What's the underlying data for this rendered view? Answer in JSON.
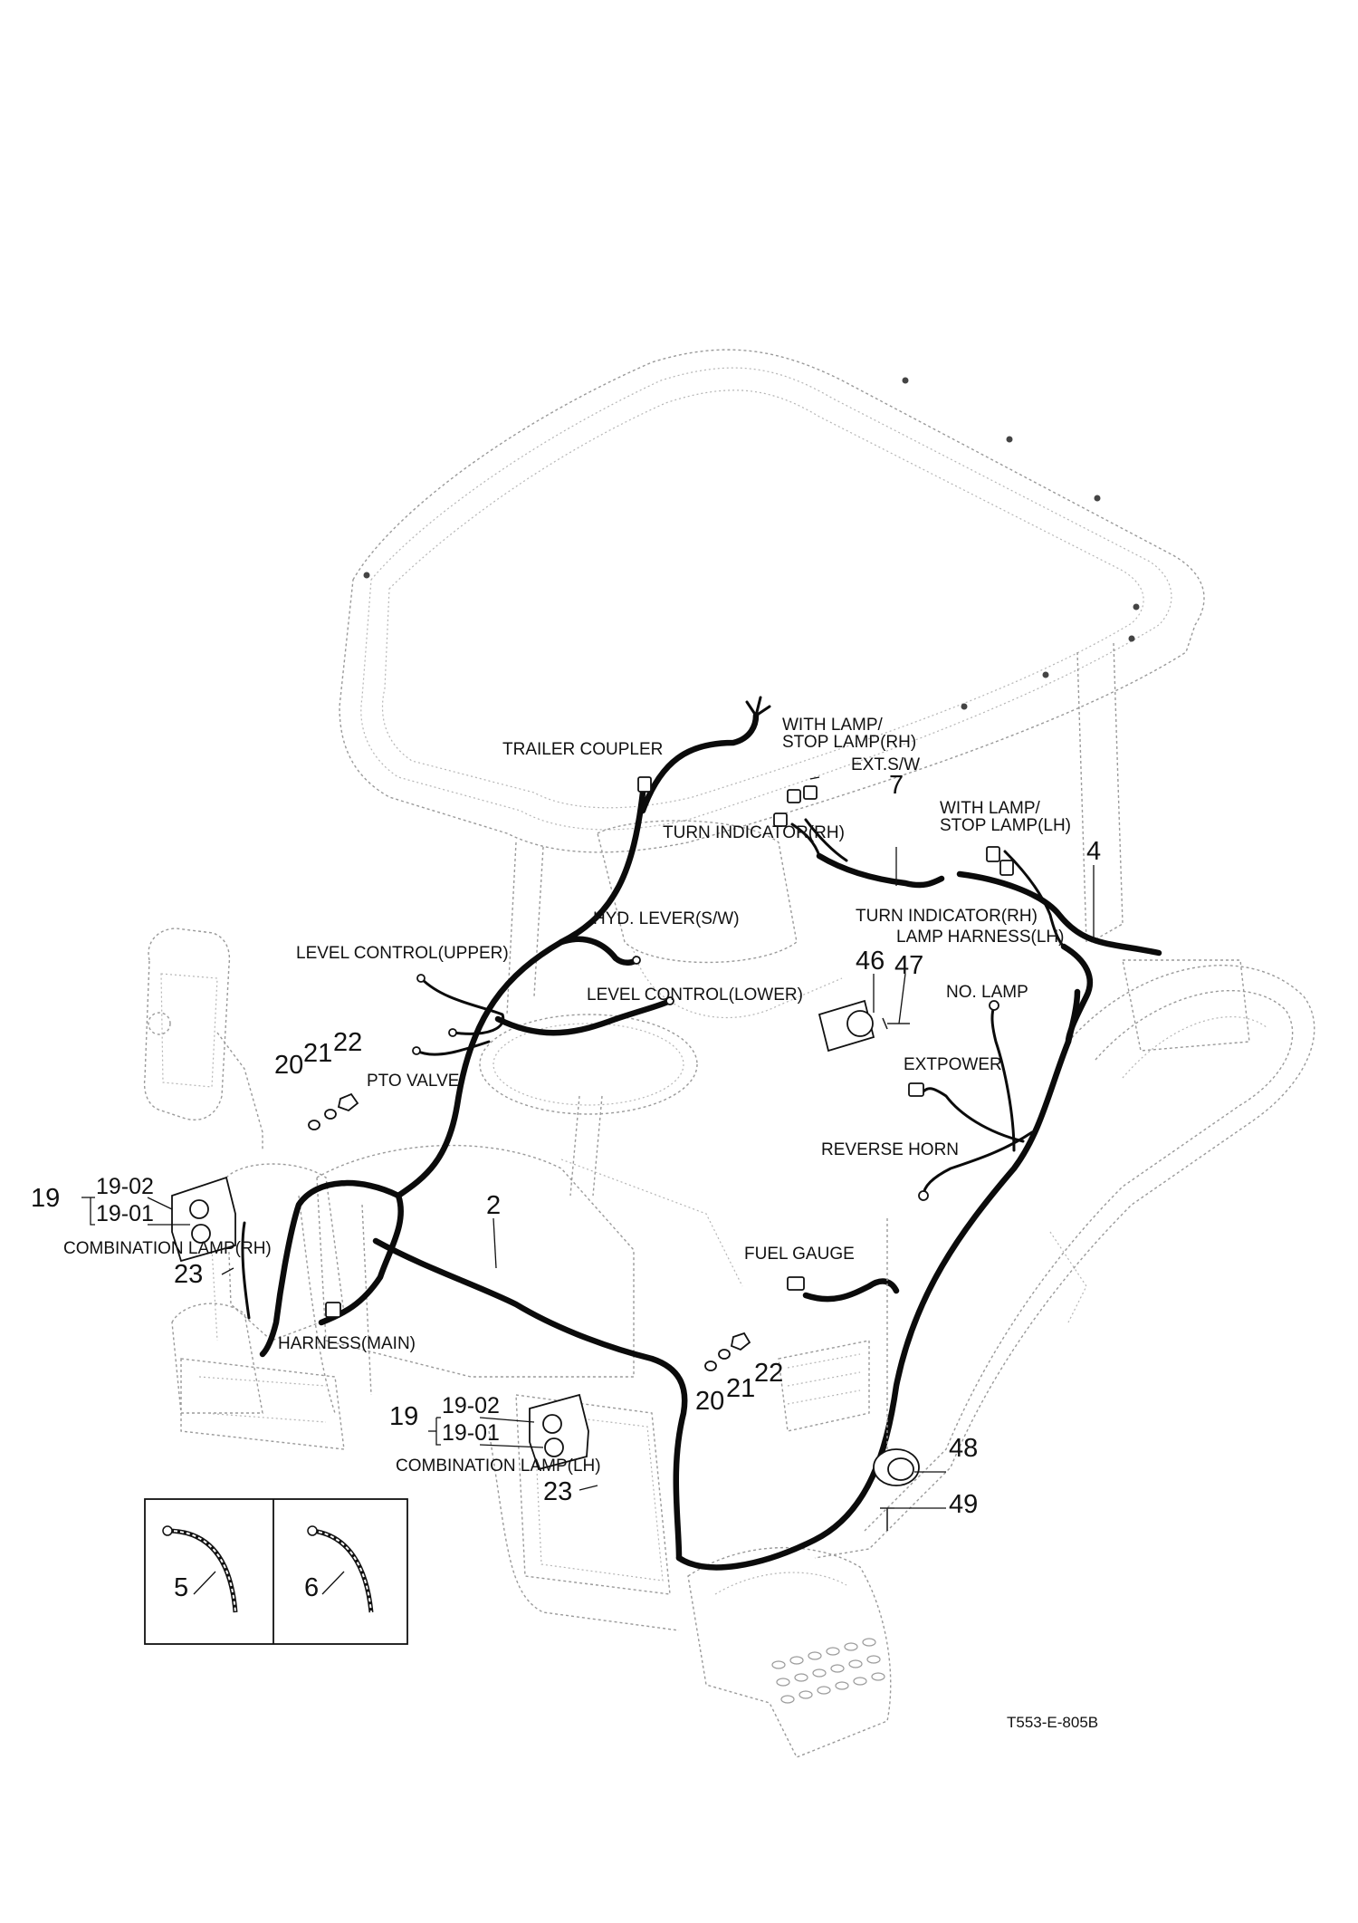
{
  "figure_code": "T553-E-805B",
  "labels": {
    "with_lamp_stop_rh_1": "WITH LAMP/",
    "with_lamp_stop_rh_2": "STOP LAMP(RH)",
    "trailer_coupler": "TRAILER COUPLER",
    "ext_sw": "EXT.S/W",
    "turn_indicator_rh_upper": "TURN INDICATOR(RH)",
    "with_lamp_stop_lh_1": "WITH LAMP/",
    "with_lamp_stop_lh_2": "STOP LAMP(LH)",
    "hyd_lever": "HYD. LEVER(S/W)",
    "turn_indicator_rh_lower": "TURN INDICATOR(RH)",
    "lamp_harness_lh": "LAMP HARNESS(LH)",
    "level_control_upper": "LEVEL CONTROL(UPPER)",
    "level_control_lower": "LEVEL CONTROL(LOWER)",
    "no_lamp": "NO. LAMP",
    "pto_valve": "PTO VALVE",
    "ext_power": "EXTPOWER",
    "reverse_horn": "REVERSE HORN",
    "combination_lamp_rh": "COMBINATION LAMP(RH)",
    "combination_lamp_lh": "COMBINATION LAMP(LH)",
    "fuel_gauge": "FUEL GAUGE",
    "harness_main": "HARNESS(MAIN)"
  },
  "part_numbers": {
    "p2": "2",
    "p4": "4",
    "p5": "5",
    "p6": "6",
    "p7": "7",
    "p19_rh": "19",
    "p19_02_rh": "19-02",
    "p19_01_rh": "19-01",
    "p19_lh": "19",
    "p19_02_lh": "19-02",
    "p19_01_lh": "19-01",
    "p20_upper": "20",
    "p21_upper": "21",
    "p22_upper": "22",
    "p20_lower": "20",
    "p21_lower": "21",
    "p22_lower": "22",
    "p23_rh": "23",
    "p23_lh": "23",
    "p46": "46",
    "p47": "47",
    "p48": "48",
    "p49": "49"
  }
}
